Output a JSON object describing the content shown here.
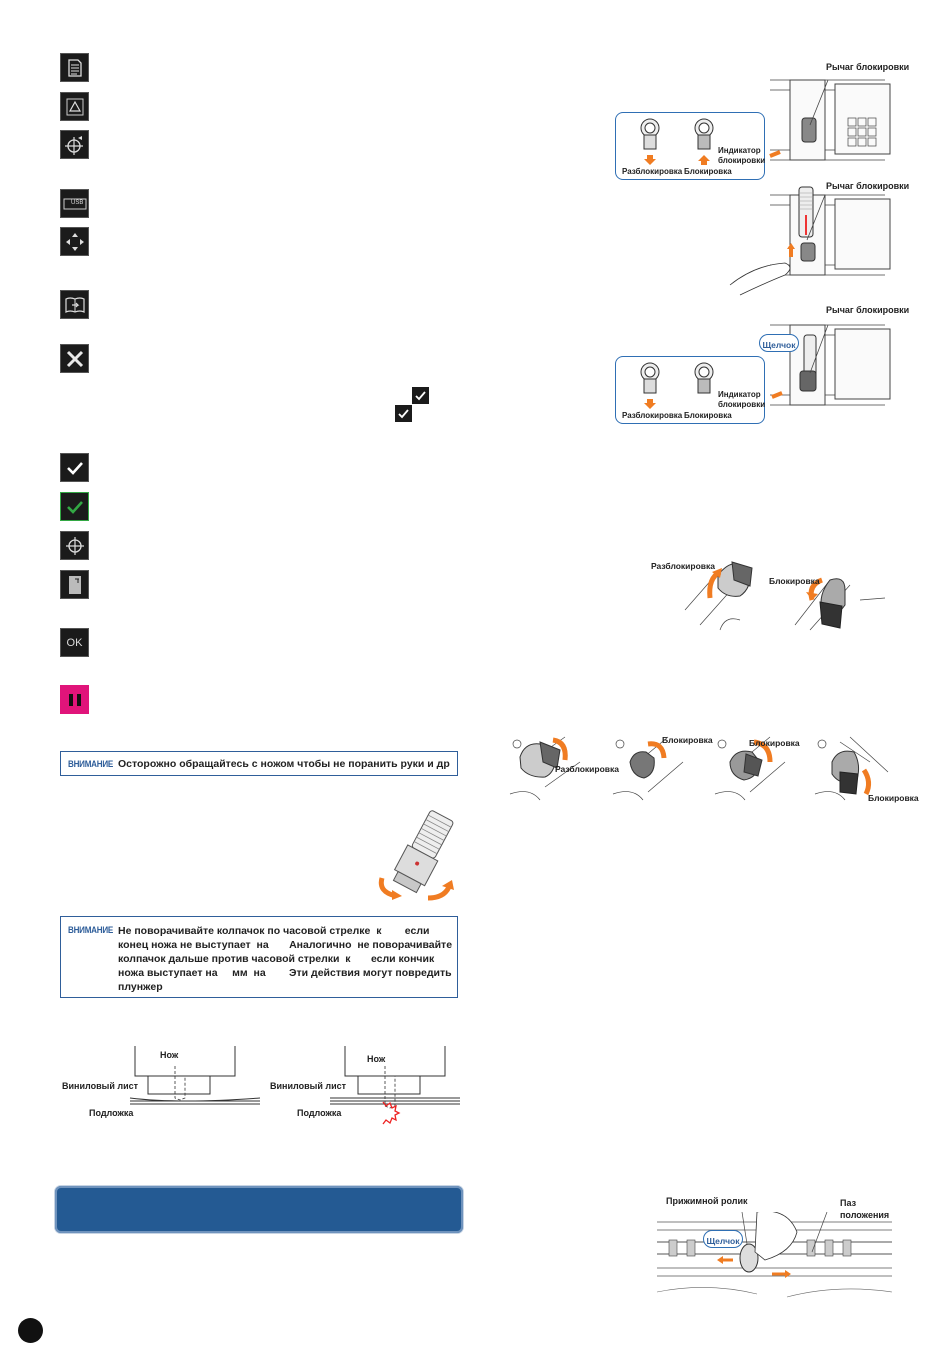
{
  "labels": {
    "lock_lever": "Рычаг блокировки",
    "unlock": "Разблокировка",
    "lock": "Блокировка",
    "lock_indicator_l1": "Индикатор",
    "lock_indicator_l2": "блокировки",
    "click": "Щелчок",
    "knife": "Нож",
    "vinyl_sheet": "Виниловый лист",
    "backing": "Подложка",
    "pinch_roller": "Прижимной ролик",
    "position_groove_l1": "Паз",
    "position_groove_l2": "положения"
  },
  "notices": {
    "tag": "ВНИМАНИЕ",
    "first": "Осторожно обращайтесь с ножом  чтобы не поранить руки и др",
    "second_l1": "Не поворачивайте колпачок по часовой стрелке  к        если",
    "second_l2": "конец ножа не выступает  на       Аналогично  не поворачивайте",
    "second_l3": "колпачок дальше против часовой стрелки  к       если кончик",
    "second_l4": "ножа выступает на     мм  на        Эти действия могут повредить",
    "second_l5": "плунжер"
  },
  "icons": {
    "ok_label": "OK",
    "usb_label": "USB"
  },
  "colors": {
    "accent_blue": "#2f5e9a",
    "banner_blue": "#245a93",
    "arrow_orange": "#f07c22",
    "check_green": "#33a844",
    "pause_pink": "#e0147a"
  }
}
